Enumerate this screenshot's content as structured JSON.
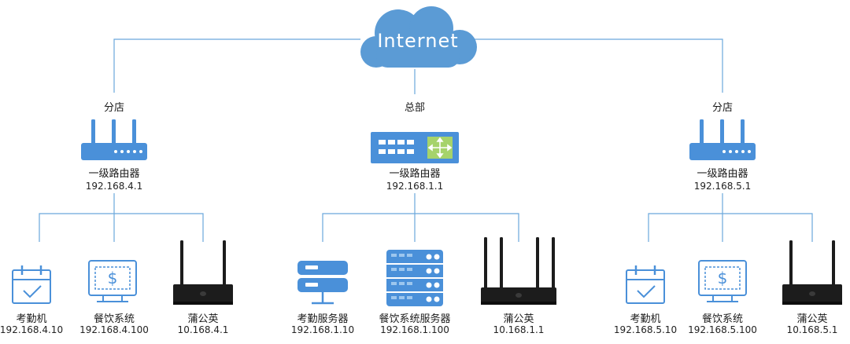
{
  "internet": {
    "label": "Internet"
  },
  "colors": {
    "accent": "#4a90d9",
    "line": "#6aa8dc",
    "cloud": "#5b9bd5",
    "router_dark": "#1c1c1c",
    "switch_green": "#a6d36b"
  },
  "branch_left": {
    "location": "分店",
    "router": {
      "name": "一级路由器",
      "ip": "192.168.4.1",
      "icon": "wifi-router-icon"
    },
    "devices": [
      {
        "name": "考勤机",
        "ip": "192.168.4.10",
        "icon": "attendance-calendar-icon"
      },
      {
        "name": "餐饮系统",
        "ip": "192.168.4.100",
        "icon": "pos-terminal-icon"
      },
      {
        "name": "蒲公英",
        "ip": "10.168.4.1",
        "icon": "pgy-router-icon"
      }
    ]
  },
  "headquarters": {
    "location": "总部",
    "router": {
      "name": "一级路由器",
      "ip": "192.168.1.1",
      "icon": "network-switch-icon"
    },
    "devices": [
      {
        "name": "考勤服务器",
        "ip": "192.168.1.10",
        "icon": "server-icon"
      },
      {
        "name": "餐饮系统服务器",
        "ip": "192.168.1.100",
        "icon": "server-rack-icon"
      },
      {
        "name": "蒲公英",
        "ip": "10.168.1.1",
        "icon": "pgy-router-large-icon"
      }
    ]
  },
  "branch_right": {
    "location": "分店",
    "router": {
      "name": "一级路由器",
      "ip": "192.168.5.1",
      "icon": "wifi-router-icon"
    },
    "devices": [
      {
        "name": "考勤机",
        "ip": "192.168.5.10",
        "icon": "attendance-calendar-icon"
      },
      {
        "name": "餐饮系统",
        "ip": "192.168.5.100",
        "icon": "pos-terminal-icon"
      },
      {
        "name": "蒲公英",
        "ip": "10.168.5.1",
        "icon": "pgy-router-icon"
      }
    ]
  }
}
